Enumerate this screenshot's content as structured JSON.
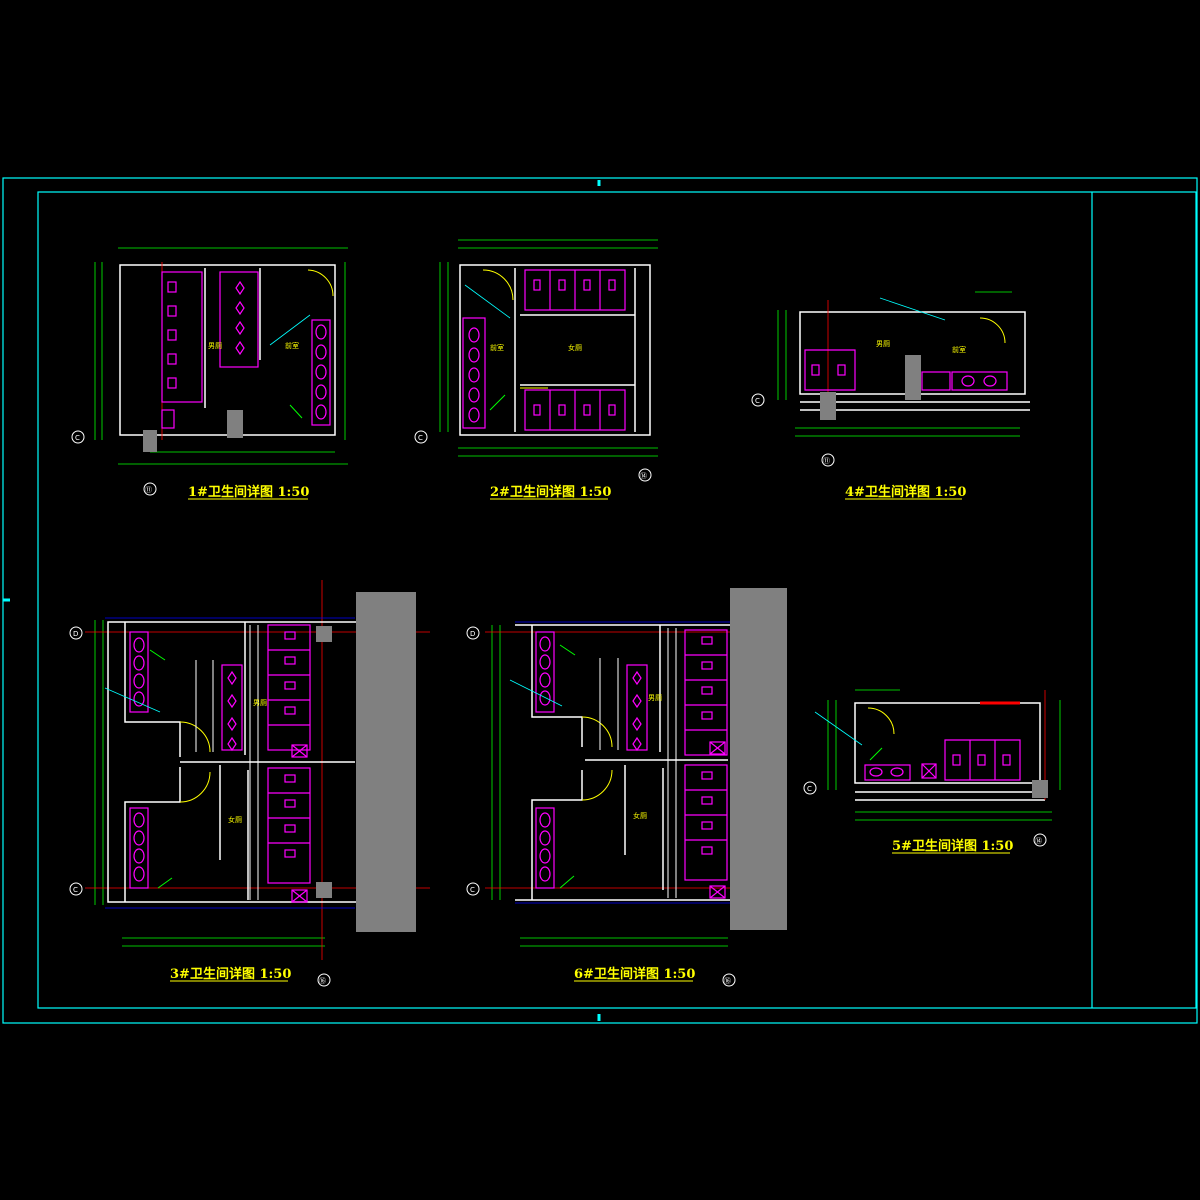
{
  "drawings": {
    "d1": {
      "title": "1#卫生间详图  1:50",
      "axis": "⑪",
      "axis_c": "C",
      "room": "前室",
      "room2": "男厕"
    },
    "d2": {
      "title": "2#卫生间详图  1:50",
      "axis": "⑭",
      "axis_c": "C",
      "room": "前室",
      "room2": "女厕"
    },
    "d3": {
      "title": "3#卫生间详图  1:50",
      "axis": "⑯",
      "axis_d": "D",
      "axis_c": "C",
      "room": "男厕",
      "room2": "女厕"
    },
    "d4": {
      "title": "4#卫生间详图  1:50",
      "axis": "⑪",
      "axis_c": "C",
      "room": "男厕",
      "room2": "前室"
    },
    "d5": {
      "title": "5#卫生间详图  1:50",
      "axis": "⑭",
      "axis_c": "C"
    },
    "d6": {
      "title": "6#卫生间详图  1:50",
      "axis": "⑯",
      "axis_d": "D",
      "axis_c": "C",
      "room": "男厕",
      "room2": "女厕"
    }
  },
  "colors": {
    "background": "#000000",
    "frame": "#00ffff",
    "wall": "#ffffff",
    "fixture": "#ff00ff",
    "dimension": "#00ff00",
    "axis_line": "#ff0000",
    "title": "#ffff00",
    "column": "#808080"
  }
}
